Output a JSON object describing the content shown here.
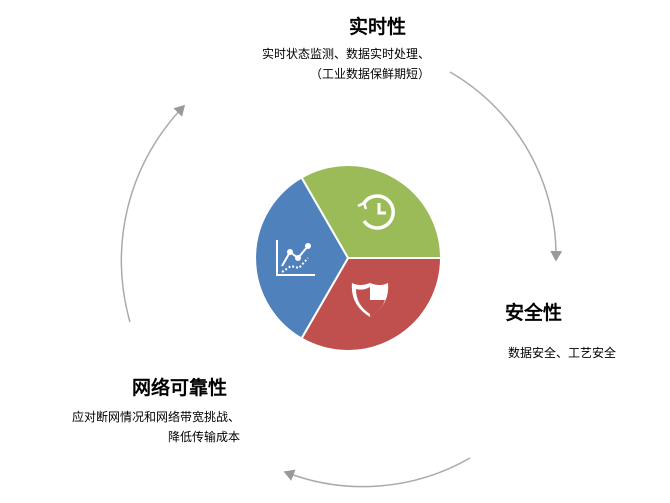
{
  "nodes": [
    {
      "title": "实时性",
      "lines": [
        "实时状态监测、数据实时处理、",
        "（工业数据保鲜期短）"
      ],
      "color": "#9BBB59",
      "icon": "clock-history-icon"
    },
    {
      "title": "安全性",
      "lines": [
        "数据安全、工艺安全"
      ],
      "color": "#C0504D",
      "icon": "shield-icon"
    },
    {
      "title": "网络可靠性",
      "lines": [
        "应对断网情况和网络带宽挑战、",
        "降低传输成本"
      ],
      "color": "#4F81BD",
      "icon": "line-chart-icon"
    }
  ]
}
